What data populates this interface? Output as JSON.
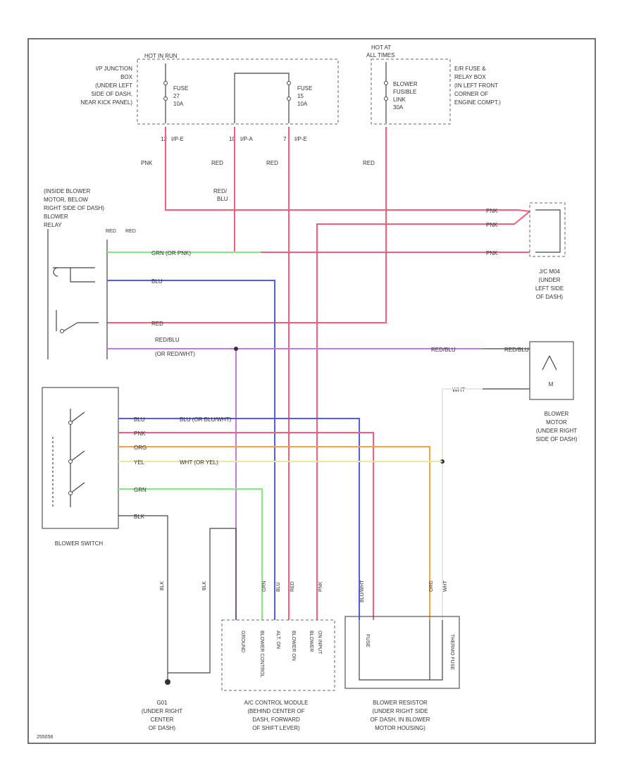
{
  "diagram_id": "255056",
  "components": {
    "jbox": {
      "label": [
        "I/P JUNCTION",
        "BOX",
        "(UNDER LEFT",
        "SIDE OF DASH,",
        "NEAR KICK PANEL)"
      ],
      "hot_label": "HOT IN RUN"
    },
    "fuse27": {
      "label": [
        "FUSE",
        "27",
        "10A"
      ]
    },
    "fuse15": {
      "label": [
        "FUSE",
        "15",
        "10A"
      ]
    },
    "pdb": {
      "hot_label": [
        "HOT AT",
        "ALL TIMES"
      ],
      "fuse_label": [
        "BLOWER",
        "FUSIBLE",
        "LINK",
        "30A"
      ],
      "label": [
        "E/R FUSE &",
        "RELAY BOX",
        "(IN LEFT FRONT",
        "CORNER OF",
        "ENGINE COMPT.)"
      ]
    },
    "connector_ids": {
      "c1": "12",
      "c1_name": "I/P-E",
      "c2": "10",
      "c2_name": "I/P-A",
      "c3": "7",
      "c3_name": "I/P-E"
    },
    "relay_label": [
      "(INSIDE BLOWER",
      "MOTOR, BELOW",
      "RIGHT SIDE OF DASH)",
      "BLOWER",
      "RELAY"
    ],
    "relay_pins": [
      "RED",
      "RED"
    ],
    "joint": {
      "label": [
        "J/C M04",
        "(UNDER",
        "LEFT SIDE",
        "OF DASH)"
      ]
    },
    "motor": {
      "label": [
        "BLOWER",
        "MOTOR",
        "(UNDER RIGHT",
        "SIDE OF DASH)"
      ]
    },
    "switch": {
      "label": "BLOWER SWITCH"
    },
    "ground": {
      "label": [
        "G01",
        "(UNDER RIGHT",
        "CENTER",
        "OF DASH)"
      ]
    },
    "acm": {
      "label": [
        "A/C CONTROL MODULE",
        "(BEHIND CENTER OF",
        "DASH, FORWARD",
        "OF SHIFT LEVER)"
      ],
      "pins": [
        "GROUND",
        "BLOWER CONTROL",
        "ALT. ON",
        "BLOWER ON",
        "BLOWER",
        "ON INPUT"
      ]
    },
    "resistor": {
      "label": [
        "BLOWER RESISTOR",
        "(UNDER RIGHT SIDE",
        "OF DASH, IN BLOWER",
        "MOTOR HOUSING)"
      ],
      "pins": [
        "FUSE",
        "THERMO FUSE"
      ]
    }
  },
  "wires": {
    "pnk": "PNK",
    "red": "RED",
    "red_blu": [
      "RED/",
      "BLU"
    ],
    "grn_pnk": "GRN (OR PNK)",
    "blu": "BLU",
    "red_blu_alt": [
      "RED/BLU",
      "(OR RED/WHT)"
    ],
    "red_blu_short": "RED/BLU",
    "wht": "WHT",
    "sw_blu": "BLU",
    "sw_blu_alt": "BLU (OR BLU/WHT)",
    "sw_pnk": "PNK",
    "sw_org": "ORG",
    "sw_yel": "YEL",
    "sw_yel_alt": "WHT (OR YEL)",
    "sw_grn": "GRN",
    "sw_blk": "BLK",
    "vert": [
      "BLK",
      "BLK",
      "GRN",
      "BLU",
      "RED",
      "PNK",
      "BLU/WHT",
      "ORG",
      "WHT"
    ]
  },
  "colors": {
    "red": "#ff5a78",
    "green": "#7ef07a",
    "blue": "#5058ff",
    "purple": "#c47ad8",
    "orange": "#ff9f40",
    "yellow": "#e8e8a0",
    "black": "#333333"
  }
}
